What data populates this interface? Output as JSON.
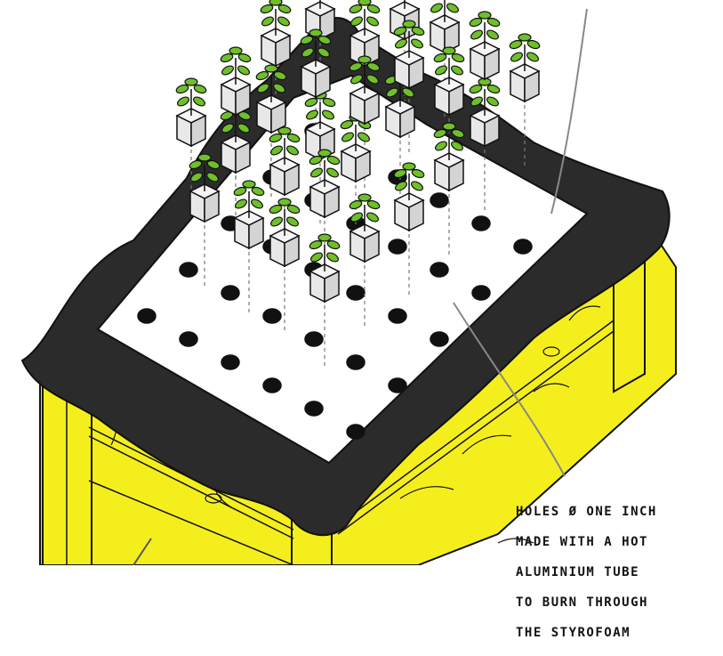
{
  "annotation": {
    "lines": [
      "HOLES Ø ONE INCH",
      "MADE WITH A HOT",
      "ALUMINIUM TUBE",
      "TO BURN THROUGH",
      "THE STYROFOAM"
    ]
  },
  "colors": {
    "wood": "#f4ef1c",
    "liner": "#2b2b2b",
    "foam": "#ffffff",
    "leaf": "#6fbf2a",
    "pot": "#e8e8e8",
    "ink": "#111111"
  }
}
